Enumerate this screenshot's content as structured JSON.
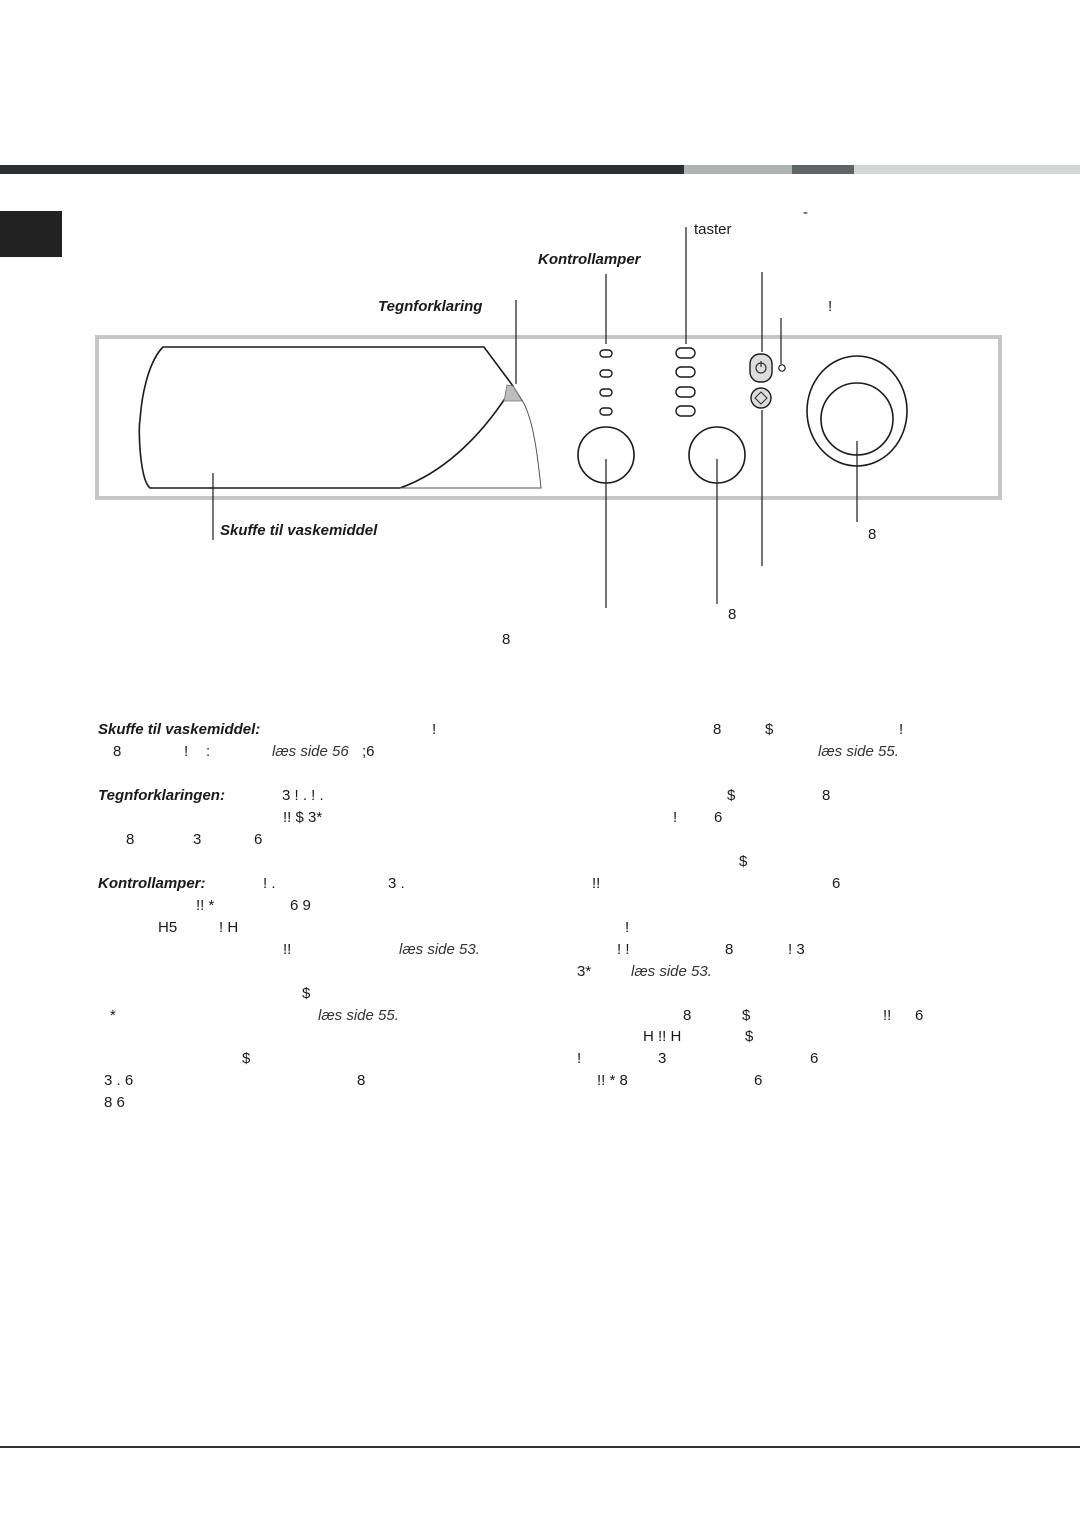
{
  "header": {
    "bars": [
      {
        "color": "#2b2f31"
      },
      {
        "color": "#aeb4b4"
      },
      {
        "color": "#5f6466"
      },
      {
        "color": "#d4d7d7"
      }
    ],
    "side_tab_color": "#222222"
  },
  "diagram": {
    "labels": {
      "dash": "-",
      "taster": "taster",
      "kontrollamper": "Kontrollamper",
      "tegnforklaring": "Tegnforklaring",
      "excl": "!",
      "skuffe": "Skuffe til vaskemiddel",
      "knob_right_8": "8",
      "knob_mid_8": "8",
      "knob_left_8": "8"
    },
    "panel_color": "#c8c8c8"
  },
  "text": {
    "left": [
      {
        "a": "Skuffe til vaskemiddel:",
        "b": "!"
      },
      {
        "a": "8",
        "b": "!",
        "c": ":",
        "d": "læs side 56",
        "e": ";6"
      },
      {
        "a": "Tegnforklaringen:",
        "b": "3  ! .   ! ."
      },
      {
        "a": "!!   $ 3*"
      },
      {
        "a": "8",
        "b": "3",
        "c": "6"
      },
      {
        "a": "Kontrollamper:",
        "b": "!  .",
        "c": "3 ."
      },
      {
        "a": "!!   *",
        "b": "6 9"
      },
      {
        "a": "H5",
        "b": "! H"
      },
      {
        "a": "!!",
        "b": "læs side 53."
      },
      {
        "a": "$"
      },
      {
        "a": "*",
        "b": "læs side 55."
      },
      {
        "a": "$"
      },
      {
        "a": "3   . 6",
        "b": "8"
      },
      {
        "a": "8   6"
      }
    ],
    "right": [
      {
        "a": "8",
        "b": "$",
        "c": "!"
      },
      {
        "a": "læs side 55."
      },
      {
        "a": "$",
        "b": "8"
      },
      {
        "a": "!",
        "b": "6"
      },
      {
        "a": "$"
      },
      {
        "a": "!!",
        "b": "6"
      },
      {
        "a": "!"
      },
      {
        "a": "!    !",
        "b": "8",
        "c": "! 3"
      },
      {
        "a": "3*",
        "b": "læs side 53."
      },
      {
        "a": "8",
        "b": "$",
        "c": "!!",
        "d": "6"
      },
      {
        "a": "H  !!  H",
        "b": "$"
      },
      {
        "a": "!",
        "b": "3",
        "c": "6"
      },
      {
        "a": "!!   *  8",
        "b": "6"
      }
    ]
  }
}
